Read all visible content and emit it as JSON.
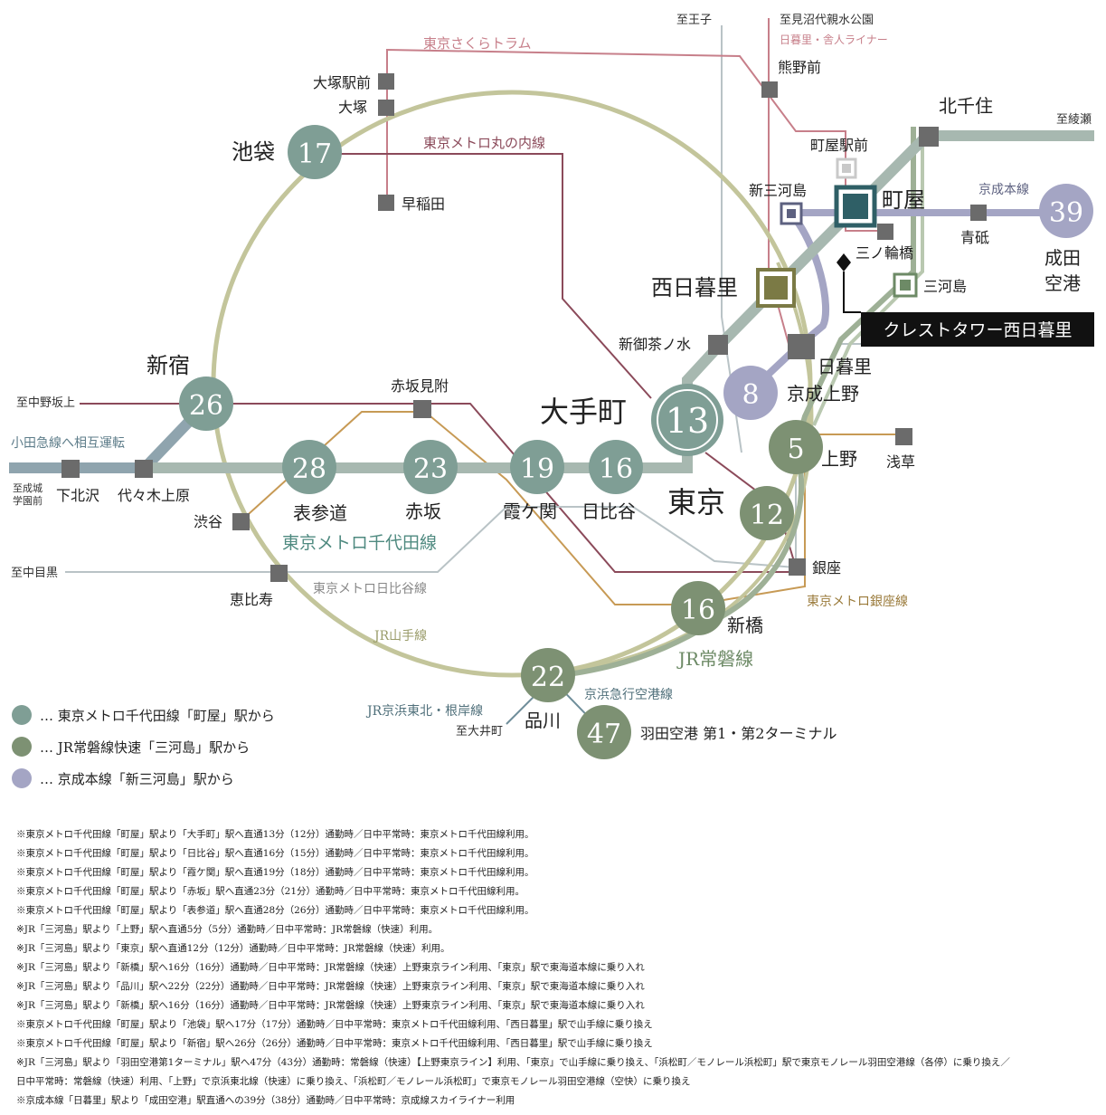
{
  "colors": {
    "chiyoda": "#7f9e95",
    "joban": "#7d9173",
    "keisei": "#a4a5c4",
    "yamanote": "#b8bb8e",
    "marunouchi": "#8b4a5a",
    "ginza": "#c79a55",
    "hibiya": "#9aa2a5",
    "sakura": "#c77f8a",
    "nippori_toneri": "#c77f8a",
    "keihin": "#7fa0ad",
    "station": "#6b6b6b"
  },
  "line_labels": {
    "sakura_tram": "東京さくらトラム",
    "marunouchi": "東京メトロ丸の内線",
    "nippori_toneri": "日暮里・舎人ライナー",
    "keisei_main": "京成本線",
    "odakyu": "小田急線へ相互運転",
    "chiyoda": "東京メトロ千代田線",
    "hibiya": "東京メトロ日比谷線",
    "ginza": "東京メトロ銀座線",
    "yamanote": "JR山手線",
    "joban": "JR常磐線",
    "keihin_tohoku": "JR京浜東北・根岸線",
    "keikyu": "京浜急行空港線"
  },
  "destinations": {
    "oji": "至王子",
    "minumadai": "至見沼代親水公園",
    "ayase": "至綾瀬",
    "nakano_sakaue": "至中野坂上",
    "seijo_l1": "至成城",
    "seijo_l2": "学園前",
    "naka_meguro": "至中目黒",
    "oimachi": "至大井町"
  },
  "stations": {
    "otsuka_ekimae": "大塚駅前",
    "otsuka": "大塚",
    "waseda": "早稲田",
    "kumanomae": "熊野前",
    "kitasenju": "北千住",
    "machiya_ekimae": "町屋駅前",
    "machiya": "町屋",
    "shin_mikawashima": "新三河島",
    "aoto": "青砥",
    "minowabashi": "三ノ輪橋",
    "mikawashima": "三河島",
    "nishi_nippori": "西日暮里",
    "shin_ochanomizu": "新御茶ノ水",
    "nippori": "日暮里",
    "keisei_ueno": "京成上野",
    "otemachi": "大手町",
    "ueno": "上野",
    "asakusa": "浅草",
    "ikebukuro": "池袋",
    "shinjuku": "新宿",
    "akasaka_mitsuke": "赤坂見附",
    "shimokitazawa": "下北沢",
    "yoyogi_uehara": "代々木上原",
    "shibuya": "渋谷",
    "omotesando": "表参道",
    "akasaka": "赤坂",
    "kasumigaseki": "霞ケ関",
    "hibiya": "日比谷",
    "tokyo": "東京",
    "ginza": "銀座",
    "ebisu": "恵比寿",
    "shimbashi": "新橋",
    "shinagawa": "品川",
    "haneda": "羽田空港 第1・第2ターミナル",
    "narita_l1": "成田",
    "narita_l2": "空港"
  },
  "property": "クレストタワー西日暮里",
  "badges": {
    "ikebukuro": "17",
    "shinjuku": "26",
    "omotesando": "28",
    "akasaka": "23",
    "kasumigaseki": "19",
    "hibiya": "16",
    "otemachi": "13",
    "ueno": "5",
    "tokyo": "12",
    "shimbashi": "16",
    "shinagawa": "22",
    "haneda": "47",
    "keisei_ueno": "8",
    "narita": "39"
  },
  "legend": [
    {
      "text": "… 東京メトロ千代田線「町屋」駅から",
      "color": "#7f9e95"
    },
    {
      "text": "… JR常磐線快速「三河島」駅から",
      "color": "#7d9173"
    },
    {
      "text": "… 京成本線「新三河島」駅から",
      "color": "#a4a5c4"
    }
  ],
  "notes": [
    "※東京メトロ千代田線「町屋」駅より「大手町」駅へ直通13分（12分）通勤時／日中平常時：東京メトロ千代田線利用。",
    "※東京メトロ千代田線「町屋」駅より「日比谷」駅へ直通16分（15分）通勤時／日中平常時：東京メトロ千代田線利用。",
    "※東京メトロ千代田線「町屋」駅より「霞ケ関」駅へ直通19分（18分）通勤時／日中平常時：東京メトロ千代田線利用。",
    "※東京メトロ千代田線「町屋」駅より「赤坂」駅へ直通23分（21分）通勤時／日中平常時：東京メトロ千代田線利用。",
    "※東京メトロ千代田線「町屋」駅より「表参道」駅へ直通28分（26分）通勤時／日中平常時：東京メトロ千代田線利用。",
    "※JR「三河島」駅より「上野」駅へ直通5分（5分）通勤時／日中平常時：JR常磐線（快速）利用。",
    "※JR「三河島」駅より「東京」駅へ直通12分（12分）通勤時／日中平常時：JR常磐線（快速）利用。",
    "※JR「三河島」駅より「新橋」駅へ16分（16分）通勤時／日中平常時：JR常磐線（快速）上野東京ライン利用、「東京」駅で東海道本線に乗り入れ",
    "※JR「三河島」駅より「品川」駅へ22分（22分）通勤時／日中平常時：JR常磐線（快速）上野東京ライン利用、「東京」駅で東海道本線に乗り入れ",
    "※JR「三河島」駅より「新橋」駅へ16分（16分）通勤時／日中平常時：JR常磐線（快速）上野東京ライン利用、「東京」駅で東海道本線に乗り入れ",
    "※東京メトロ千代田線「町屋」駅より「池袋」駅へ17分（17分）通勤時／日中平常時：東京メトロ千代田線利用、「西日暮里」駅で山手線に乗り換え",
    "※東京メトロ千代田線「町屋」駅より「新宿」駅へ26分（26分）通勤時／日中平常時：東京メトロ千代田線利用、「西日暮里」駅で山手線に乗り換え",
    "※JR「三河島」駅より「羽田空港第1ターミナル」駅へ47分（43分）通勤時：常磐線（快速）【上野東京ライン】利用、「東京」で山手線に乗り換え、「浜松町／モノレール浜松町」駅で東京モノレール羽田空港線（各停）に乗り換え／",
    "日中平常時：常磐線（快速）利用、「上野」で京浜東北線（快速）に乗り換え、「浜松町／モノレール浜松町」で東京モノレール羽田空港線（空快）に乗り換え",
    "※京成本線「日暮里」駅より「成田空港」駅直通への39分（38分）通勤時／日中平常時：京成線スカイライナー利用"
  ]
}
